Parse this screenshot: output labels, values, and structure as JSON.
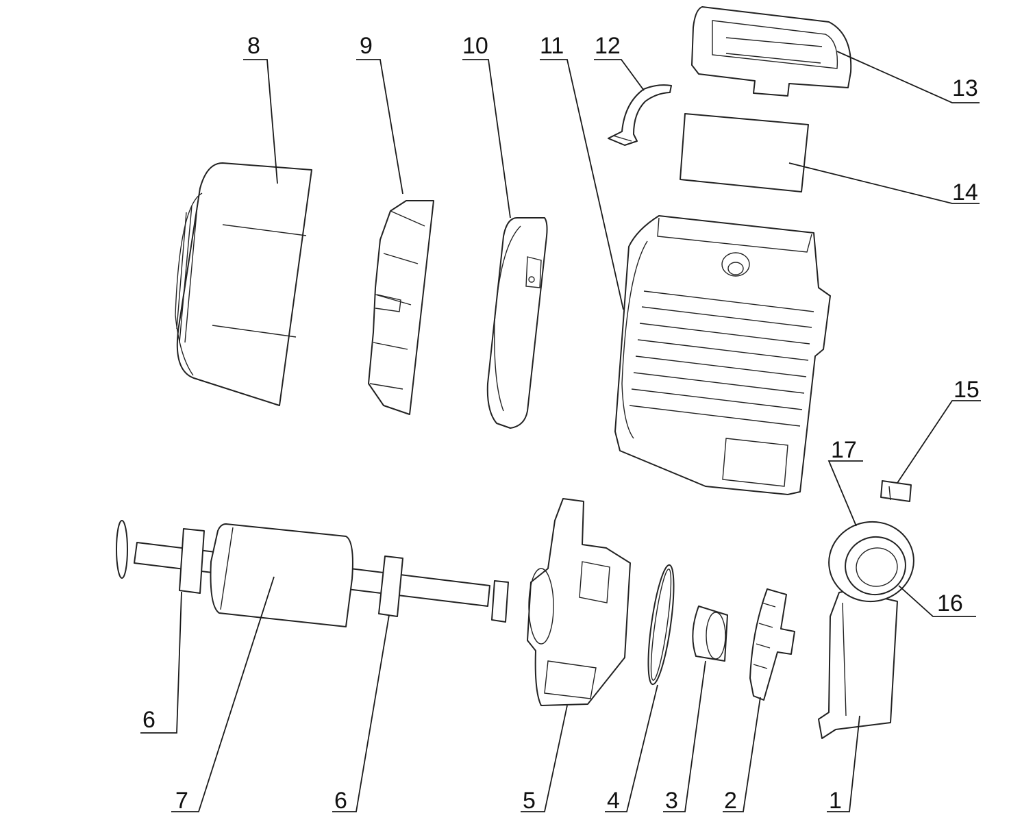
{
  "diagram": {
    "labels": {
      "l1": "1",
      "l2": "2",
      "l3": "3",
      "l4": "4",
      "l5": "5",
      "l6a": "6",
      "l6b": "6",
      "l7": "7",
      "l8": "8",
      "l9": "9",
      "l10": "10",
      "l11": "11",
      "l12": "12",
      "l13": "13",
      "l14": "14",
      "l15": "15",
      "l16": "16",
      "l17": "17"
    }
  }
}
